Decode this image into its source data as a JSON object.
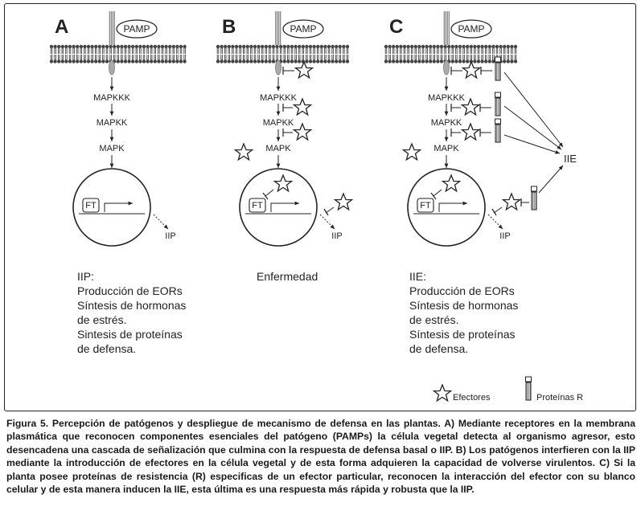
{
  "panels": [
    {
      "letter": "A",
      "pamp": "PAMP",
      "kinases": [
        "MAPKKK",
        "MAPKK",
        "MAPK"
      ],
      "transcription_factor": "FT",
      "response": "IIP",
      "notes": [
        "IIP:",
        "Producción de EORs",
        "Síntesis de hormonas",
        "de estrés.",
        "Sintesis de proteínas",
        "de defensa."
      ]
    },
    {
      "letter": "B",
      "pamp": "PAMP",
      "kinases": [
        "MAPKKK",
        "MAPKK",
        "MAPK"
      ],
      "transcription_factor": "FT",
      "response": "IIP",
      "notes": [
        "Enfermedad"
      ]
    },
    {
      "letter": "C",
      "pamp": "PAMP",
      "kinases": [
        "MAPKKK",
        "MAPKK",
        "MAPK"
      ],
      "transcription_factor": "FT",
      "response": "IIP",
      "immunity_label": "IIE",
      "notes": [
        "IIE:",
        "Producción de EORs",
        "Síntesis de hormonas",
        "de estrés.",
        "Síntesis de proteínas",
        "de defensa."
      ]
    }
  ],
  "legend": {
    "effectors": "Efectores",
    "r_proteins": "Proteínas R"
  },
  "caption": {
    "label": "Figura 5.",
    "text": "Percepción de patógenos y despliegue de mecanismo de defensa en las plantas. A) Mediante receptores en la membrana plasmática que reconocen componentes esenciales del patógeno (PAMPs) la célula vegetal detecta al organismo agresor, esto desencadena una cascada de señalización que culmina con la respuesta de defensa basal o IIP. B) Los patógenos interfieren con la IIP mediante la introducción de efectores en la célula vegetal y de esta forma adquieren la capacidad de volverse virulentos. C) Si la planta posee proteínas de resistencia (R) especificas de un efector particular, reconocen la interacción del efector con su blanco celular y de esta manera inducen la IIE, esta última es una respuesta más rápida y robusta que la IIP."
  }
}
